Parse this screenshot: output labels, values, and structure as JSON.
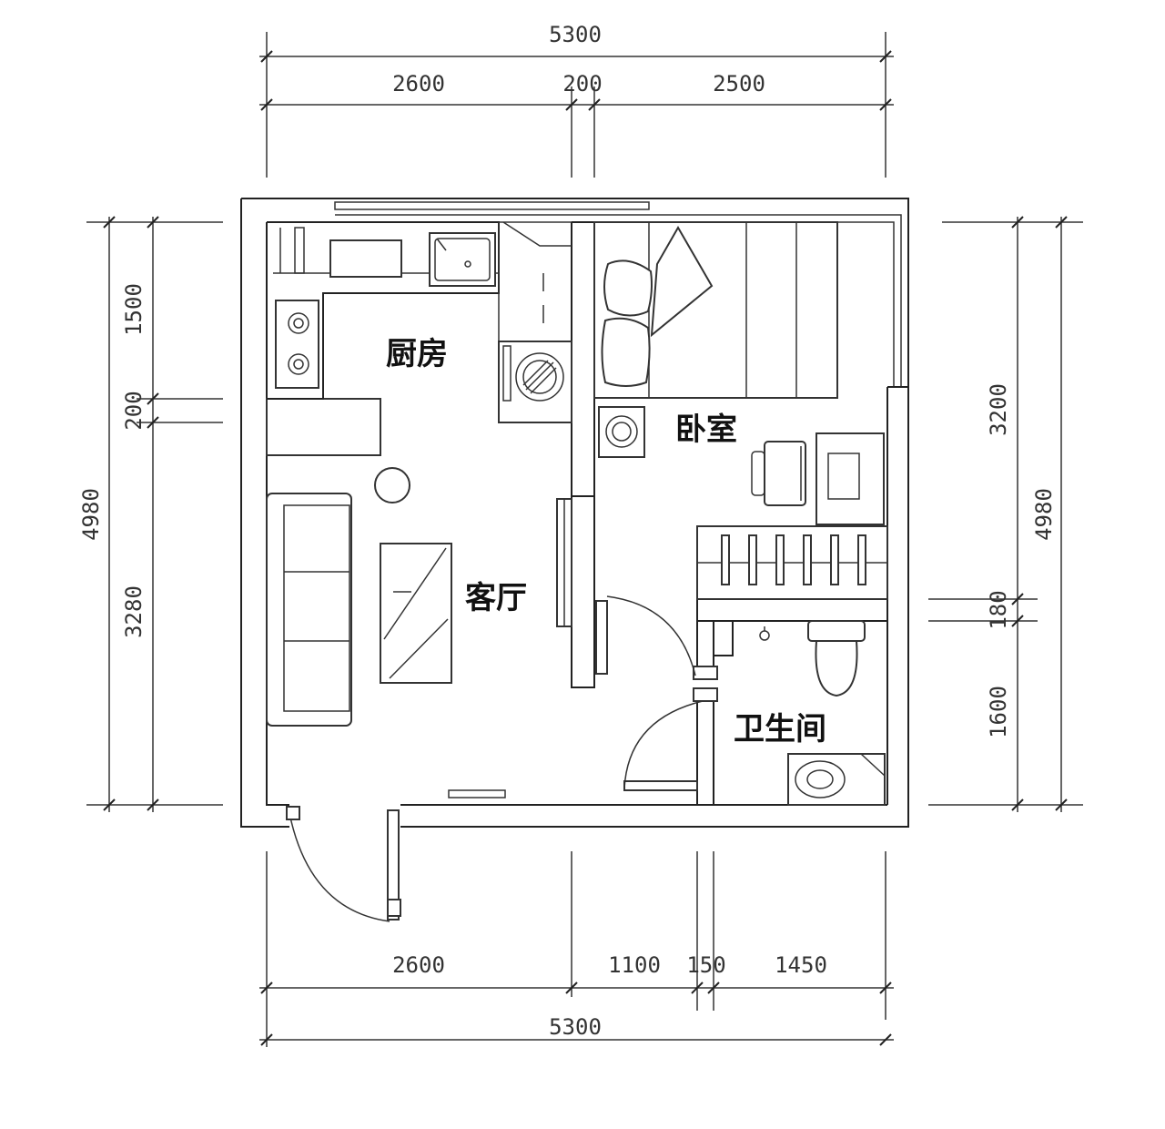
{
  "rooms": {
    "kitchen": "厨房",
    "living": "客厅",
    "bedroom": "卧室",
    "bathroom": "卫生间"
  },
  "dimensions": {
    "top_total": "5300",
    "top_left": "2600",
    "top_mid": "200",
    "top_right": "2500",
    "left_top": "1500",
    "left_mid": "200",
    "left_bottom": "3280",
    "left_total": "4980",
    "right_top": "3200",
    "right_mid": "180",
    "right_bottom": "1600",
    "right_total": "4980",
    "bottom_a": "2600",
    "bottom_b": "1100",
    "bottom_c": "150",
    "bottom_d": "1450",
    "bottom_total": "5300"
  }
}
